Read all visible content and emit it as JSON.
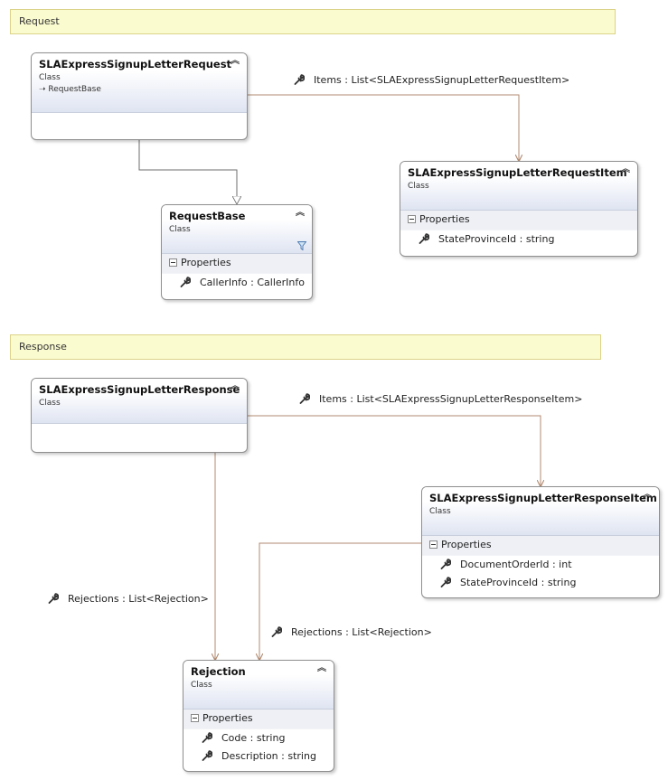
{
  "sections": {
    "request": "Request",
    "response": "Response"
  },
  "classes": {
    "sla_request": {
      "name": "SLAExpressSignupLetterRequest",
      "kind": "Class",
      "inherits": "RequestBase"
    },
    "sla_request_item": {
      "name": "SLAExpressSignupLetterRequestItem",
      "kind": "Class",
      "section": "Properties",
      "properties": [
        "StateProvinceId : string"
      ]
    },
    "request_base": {
      "name": "RequestBase",
      "kind": "Class",
      "section": "Properties",
      "properties": [
        "CallerInfo : CallerInfo"
      ]
    },
    "sla_response": {
      "name": "SLAExpressSignupLetterResponse",
      "kind": "Class"
    },
    "sla_response_item": {
      "name": "SLAExpressSignupLetterResponseItem",
      "kind": "Class",
      "section": "Properties",
      "properties": [
        "DocumentOrderId : int",
        "StateProvinceId : string"
      ]
    },
    "rejection": {
      "name": "Rejection",
      "kind": "Class",
      "section": "Properties",
      "properties": [
        "Code : string",
        "Description : string"
      ]
    }
  },
  "associations": {
    "request_items": "Items : List<SLAExpressSignupLetterRequestItem>",
    "response_items": "Items : List<SLAExpressSignupLetterResponseItem>",
    "response_rejections": "Rejections : List<Rejection>",
    "item_rejections": "Rejections : List<Rejection>"
  },
  "colors": {
    "association_line": "#b08a70",
    "inheritance_line": "#6e6e6e",
    "section_fill": "#fbfbd0"
  },
  "icons": {
    "property": "wrench-icon",
    "collapse": "double-chevron-up-icon",
    "filter": "filter-icon",
    "inherit": "inherit-arrow-icon"
  }
}
